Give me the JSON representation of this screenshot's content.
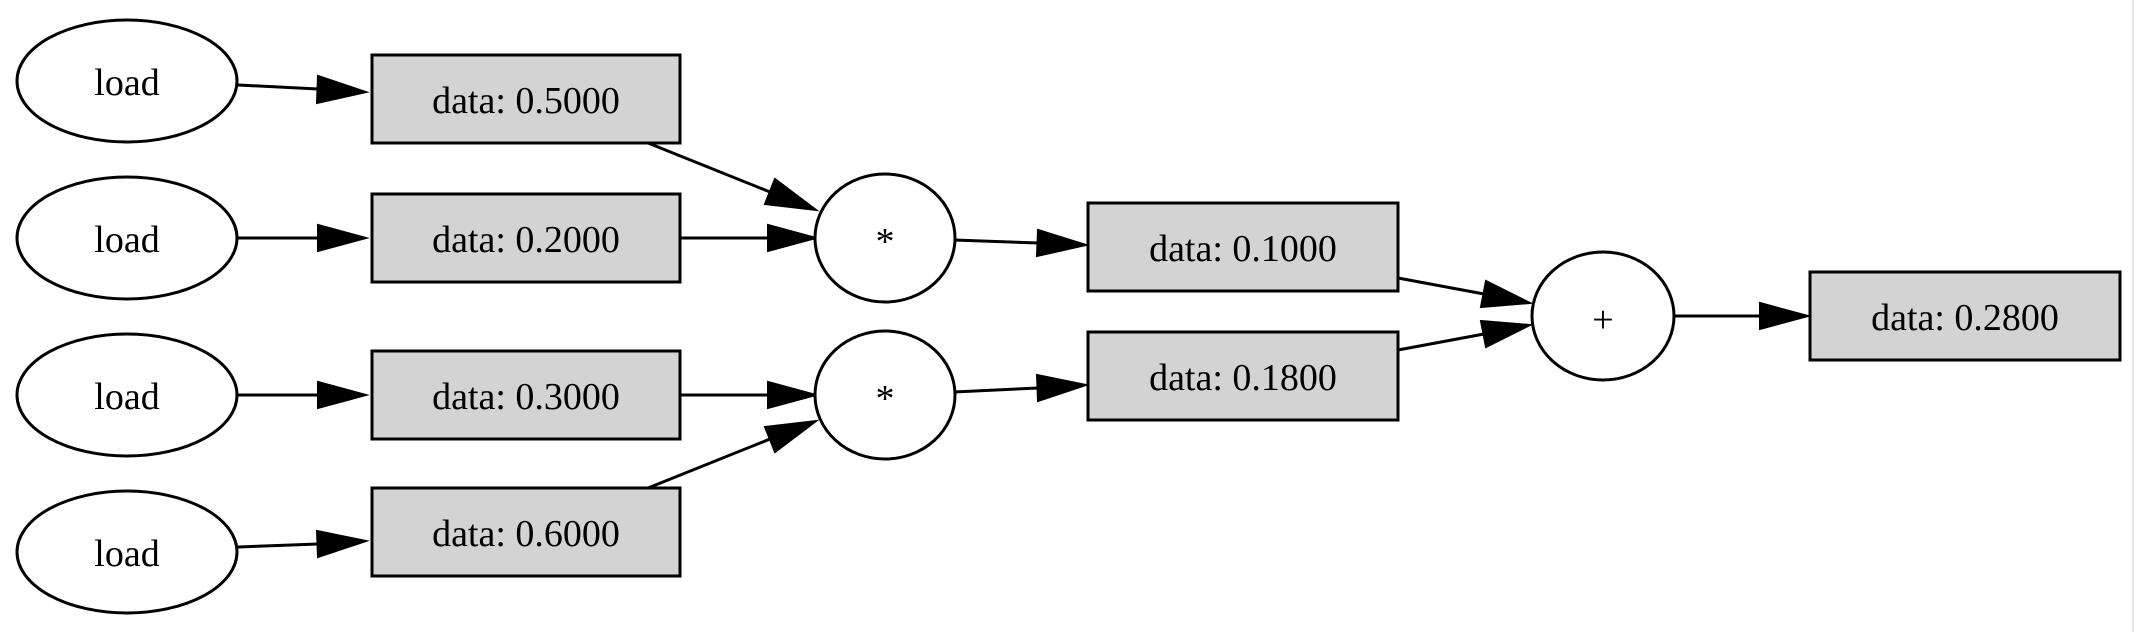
{
  "graph": {
    "load_nodes": [
      {
        "id": "load1",
        "label": "load"
      },
      {
        "id": "load2",
        "label": "load"
      },
      {
        "id": "load3",
        "label": "load"
      },
      {
        "id": "load4",
        "label": "load"
      }
    ],
    "value_nodes": [
      {
        "id": "v05",
        "label": "data: 0.5000"
      },
      {
        "id": "v02",
        "label": "data: 0.2000"
      },
      {
        "id": "v03",
        "label": "data: 0.3000"
      },
      {
        "id": "v06",
        "label": "data: 0.6000"
      },
      {
        "id": "v01",
        "label": "data: 0.1000"
      },
      {
        "id": "v018",
        "label": "data: 0.1800"
      },
      {
        "id": "v028",
        "label": "data: 0.2800"
      }
    ],
    "op_nodes": [
      {
        "id": "mul1",
        "label": "*"
      },
      {
        "id": "mul2",
        "label": "*"
      },
      {
        "id": "add1",
        "label": "+"
      }
    ],
    "edges": [
      {
        "from": "load1",
        "to": "v05"
      },
      {
        "from": "load2",
        "to": "v02"
      },
      {
        "from": "load3",
        "to": "v03"
      },
      {
        "from": "load4",
        "to": "v06"
      },
      {
        "from": "v05",
        "to": "mul1"
      },
      {
        "from": "v02",
        "to": "mul1"
      },
      {
        "from": "v03",
        "to": "mul2"
      },
      {
        "from": "v06",
        "to": "mul2"
      },
      {
        "from": "mul1",
        "to": "v01"
      },
      {
        "from": "mul2",
        "to": "v018"
      },
      {
        "from": "v01",
        "to": "add1"
      },
      {
        "from": "v018",
        "to": "add1"
      },
      {
        "from": "add1",
        "to": "v028"
      }
    ]
  }
}
